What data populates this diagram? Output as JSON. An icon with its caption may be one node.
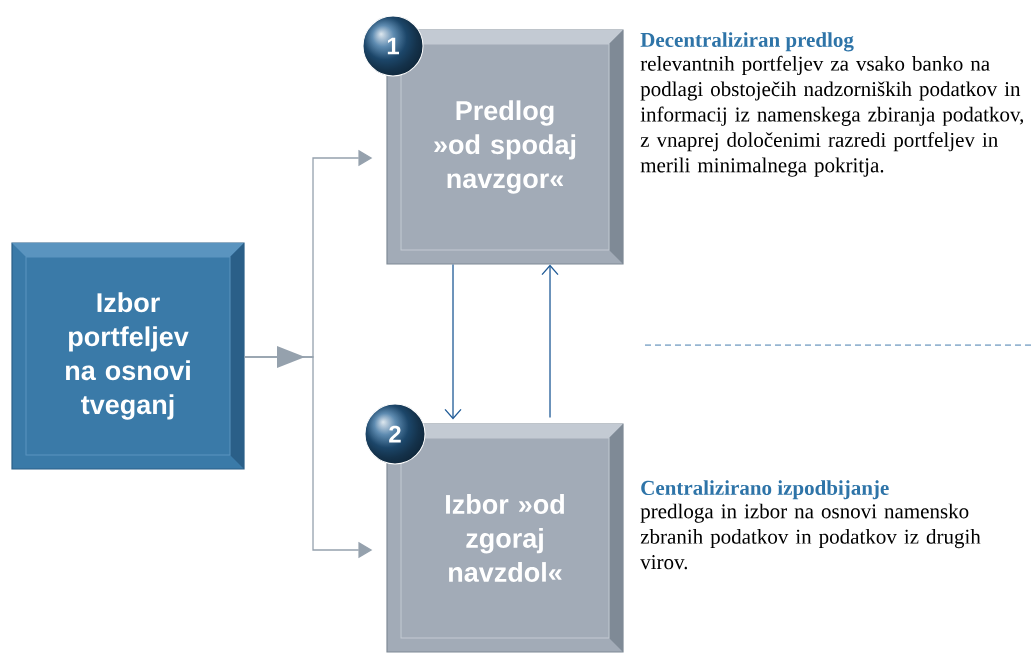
{
  "diagram": {
    "nodes": [
      {
        "text": [
          "Izbor portfeljev na osnovi tveganj"
        ]
      },
      {
        "text": [
          "1"
        ]
      },
      {
        "text": [
          "Predlog »od spodaj navzgor«"
        ],
        "beside": [
          "Decentraliziran predlog",
          "relevantnih portfeljev za vsako banko na podlagi obstoječih nadzorniških podatkov in informacij iz namenskega zbiranja podatkov, z vnaprej določenimi razredi portfeljev in merili minimalnega pokritja."
        ]
      },
      {
        "text": [
          "2"
        ]
      },
      {
        "text": [
          "Izbor »od zgoraj navzdol«"
        ],
        "beside": [
          "Centralizirano izpodbijanje",
          "predloga in izbor na osnovi namensko zbranih podatkov in podatkov iz drugih virov."
        ]
      }
    ],
    "edges": [
      {
        "from": 0,
        "to": 2,
        "arrow": "to",
        "color": "#95a1ad"
      },
      {
        "from": 0,
        "to": 4,
        "arrow": "to",
        "color": "#95a1ad"
      },
      {
        "from": 2,
        "to": 4,
        "arrow": "to",
        "color": "#1f5a96"
      },
      {
        "from": 4,
        "to": 2,
        "arrow": "to",
        "color": "#1f5a96"
      }
    ]
  }
}
